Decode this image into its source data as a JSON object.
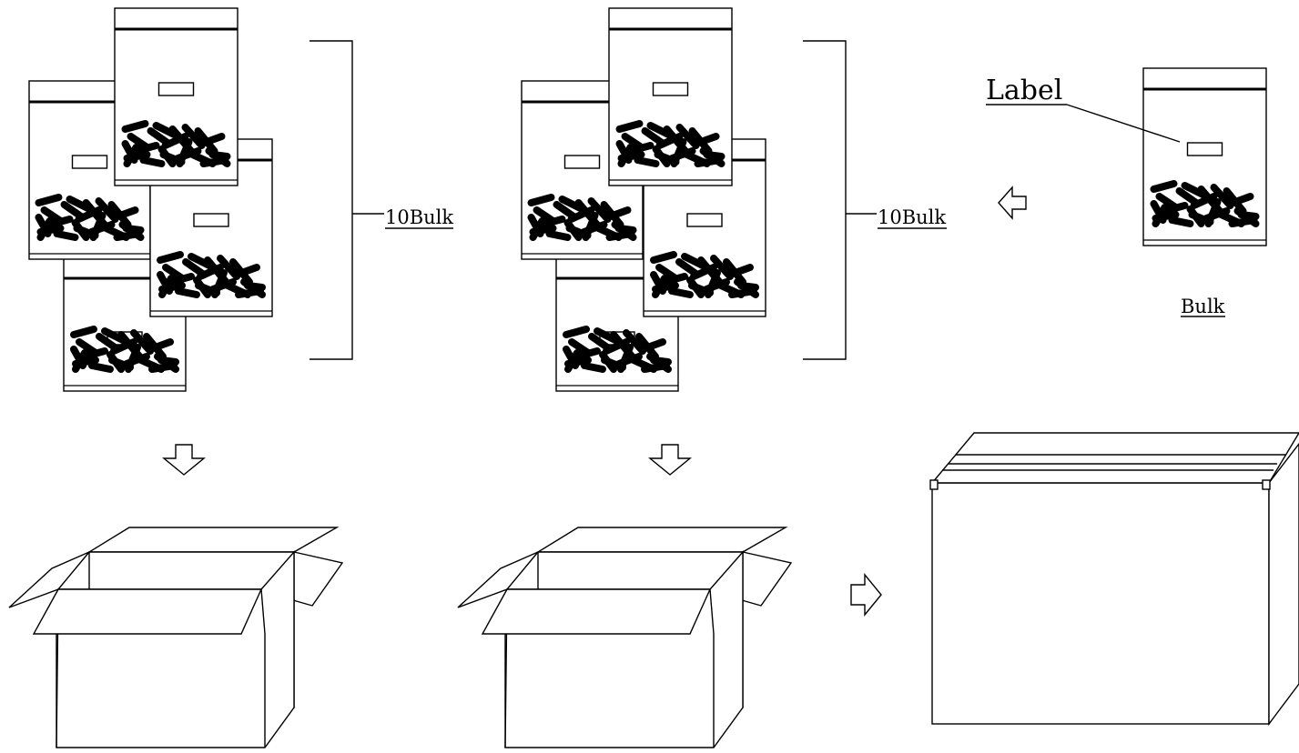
{
  "labels": {
    "group_left": "10Bulk",
    "group_middle": "10Bulk",
    "single_bag_label": "Label",
    "single_bag_caption": "Bulk"
  },
  "colors": {
    "line": "#000000",
    "background": "#ffffff"
  },
  "icons": {
    "flow_arrows": [
      "arrow-left-icon",
      "arrow-down-icon",
      "arrow-down-icon",
      "arrow-right-icon"
    ]
  }
}
